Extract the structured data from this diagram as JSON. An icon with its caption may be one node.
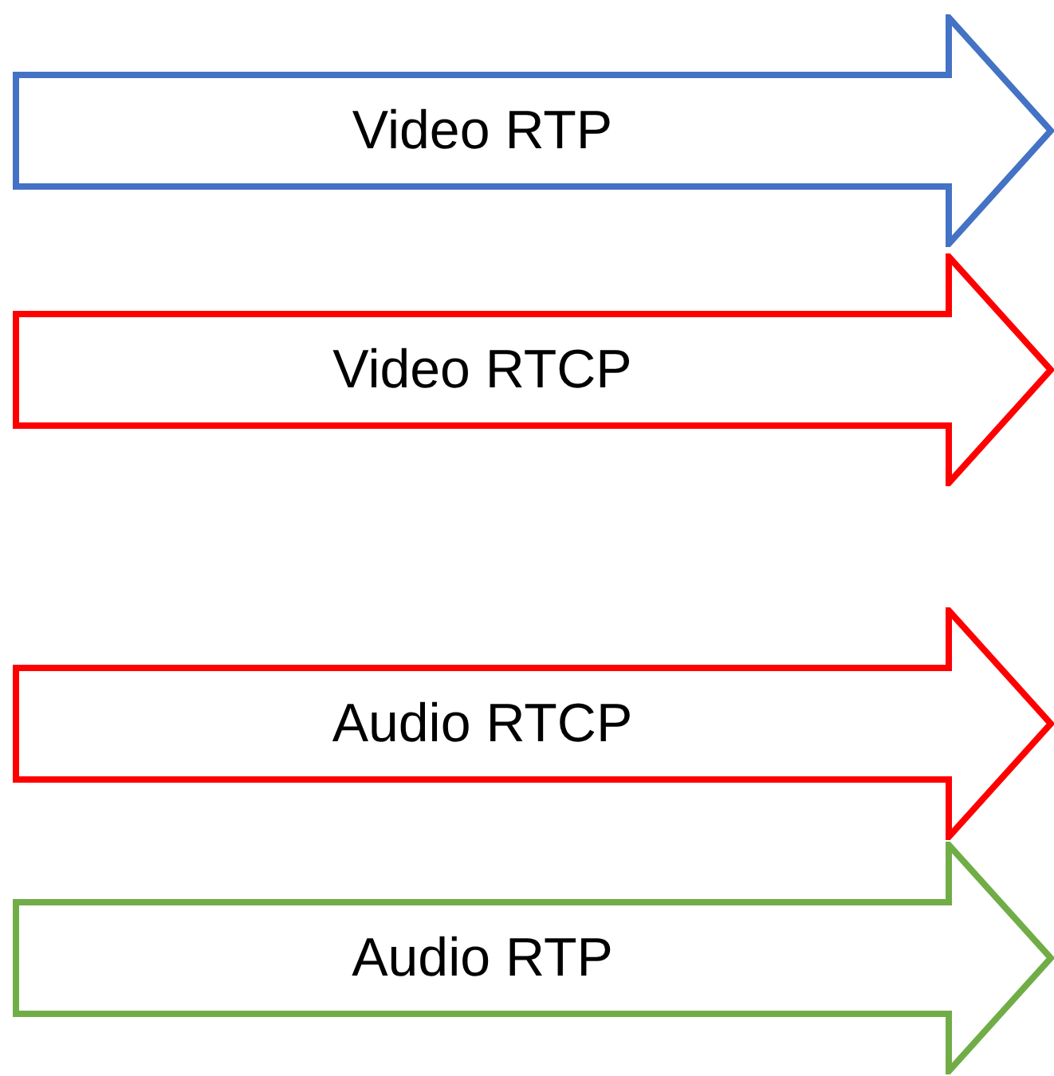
{
  "diagram": {
    "nodes": [
      {
        "text": [
          "Video RTP"
        ]
      },
      {
        "text": [
          "Video RTCP"
        ]
      },
      {
        "text": [
          "Audio RTCP"
        ]
      },
      {
        "text": [
          "Audio RTP"
        ]
      }
    ]
  }
}
